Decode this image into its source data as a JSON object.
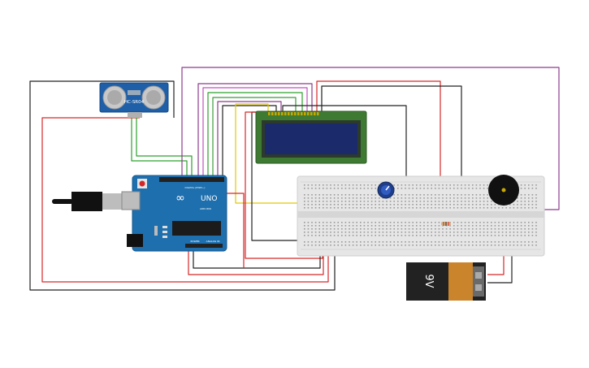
{
  "components": {
    "ultrasonic_sensor": {
      "label": "HC-SR04"
    },
    "arduino": {
      "logo": "UNO",
      "digital_label": "DIGITAL (PWM~)",
      "analog_label": "ANALOG IN",
      "power_label": "POWER",
      "brand": "ARDUINO"
    },
    "lcd": {
      "label": ""
    },
    "battery": {
      "label": "9V"
    },
    "potentiometer": {
      "label": ""
    },
    "buzzer": {
      "label": ""
    },
    "breadboard": {
      "label": ""
    }
  },
  "colors": {
    "board": "#1e6fae",
    "lcd_frame": "#3f7a33",
    "lcd_screen": "#1a2a6a",
    "breadboard": "#e6e6e6",
    "battery_body": "#222222",
    "battery_cap": "#c9842c",
    "wire_red": "#d62728",
    "wire_black": "#222222",
    "wire_green": "#2ca02c",
    "wire_purple": "#8e3b8e",
    "wire_yellow": "#e2c800"
  }
}
